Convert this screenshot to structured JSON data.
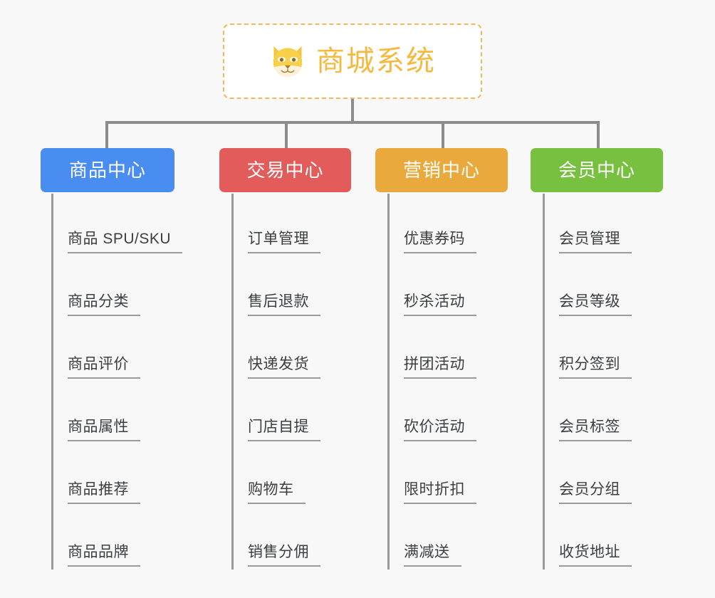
{
  "page": {
    "background_color": "#f8f8f8",
    "line_color": "#8c8c8c",
    "leaf_line_color": "#9a9a9a",
    "leaf_text_color": "#3c3f41"
  },
  "root": {
    "title": "商城系统",
    "icon": "shiba-dog-icon",
    "text_color": "#f5b93f",
    "border_color": "#f0b95c",
    "background_color": "#ffffff"
  },
  "columns": [
    {
      "header": "商品中心",
      "color": "#4a8df0",
      "items": [
        "商品 SPU/SKU",
        "商品分类",
        "商品评价",
        "商品属性",
        "商品推荐",
        "商品品牌"
      ]
    },
    {
      "header": "交易中心",
      "color": "#e25c5c",
      "items": [
        "订单管理",
        "售后退款",
        "快递发货",
        "门店自提",
        "购物车",
        "销售分佣"
      ]
    },
    {
      "header": "营销中心",
      "color": "#eaa93c",
      "items": [
        "优惠券码",
        "秒杀活动",
        "拼团活动",
        "砍价活动",
        "限时折扣",
        "满减送"
      ]
    },
    {
      "header": "会员中心",
      "color": "#78c040",
      "items": [
        "会员管理",
        "会员等级",
        "积分签到",
        "会员标签",
        "会员分组",
        "收货地址"
      ]
    }
  ]
}
